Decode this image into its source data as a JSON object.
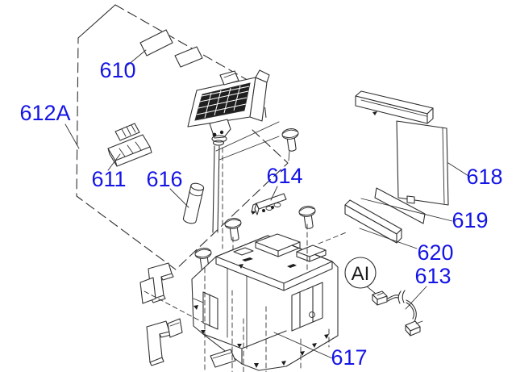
{
  "diagram": {
    "type": "exploded-parts-diagram",
    "colors": {
      "background": "#ffffff",
      "line": "#303030",
      "label": "#1414e6",
      "callout_text": "#1a1a1a"
    },
    "labels": {
      "n610": "610",
      "n611": "611",
      "n612a": "612A",
      "n613": "613",
      "n614": "614",
      "n616": "616",
      "n617": "617",
      "n618": "618",
      "n619": "619",
      "n620": "620"
    },
    "callout": {
      "text": "AI"
    }
  }
}
